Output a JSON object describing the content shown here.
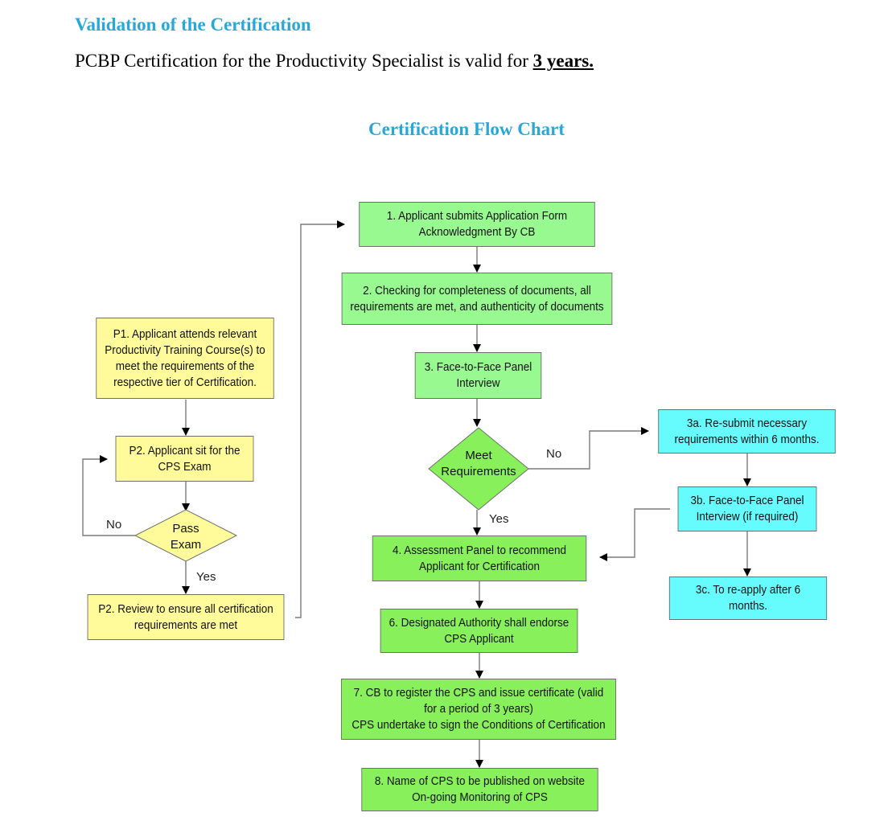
{
  "section_heading": "Validation of the Certification",
  "validity": {
    "prefix": "PCBP Certification for the Productivity Specialist is valid for",
    "duration": "3 years."
  },
  "chart_title": "Certification Flow Chart",
  "steps": {
    "s1": "1. Applicant submits Application Form\nAcknowledgment By CB",
    "s2": "2. Checking for completeness of documents, all\nrequirements are met, and authenticity of documents",
    "s3": "3. Face-to-Face Panel\nInterview",
    "d_meet": "Meet\nRequirements",
    "s3a": "3a. Re-submit necessary\nrequirements within 6 months.",
    "s3b": "3b. Face-to-Face Panel\nInterview (if required)",
    "s3c": "3c. To re-apply after 6\nmonths.",
    "s4": "4. Assessment Panel to recommend\nApplicant for Certification",
    "s6": "6. Designated Authority shall endorse\nCPS Applicant",
    "s7": "7. CB to register the CPS and issue certificate (valid\nfor a period of 3 years)\nCPS undertake to sign the Conditions of Certification",
    "s8": "8. Name of CPS to be published on website\nOn-going Monitoring of CPS",
    "p1": "P1. Applicant attends relevant\nProductivity Training Course(s) to\nmeet the requirements of the\nrespective tier of Certification.",
    "p2": "P2. Applicant sit for the\nCPS Exam",
    "d_pass": "Pass\nExam",
    "p2b": "P2. Review to ensure all certification\nrequirements are met"
  },
  "labels": {
    "pass_no": "No",
    "pass_yes": "Yes",
    "meet_no": "No",
    "meet_yes": "Yes"
  },
  "colors": {
    "heading": "#29a8d8",
    "green_light": "#99f991",
    "green_dark": "#88f05a",
    "yellow": "#fffb9a",
    "cyan": "#66fcfe"
  }
}
